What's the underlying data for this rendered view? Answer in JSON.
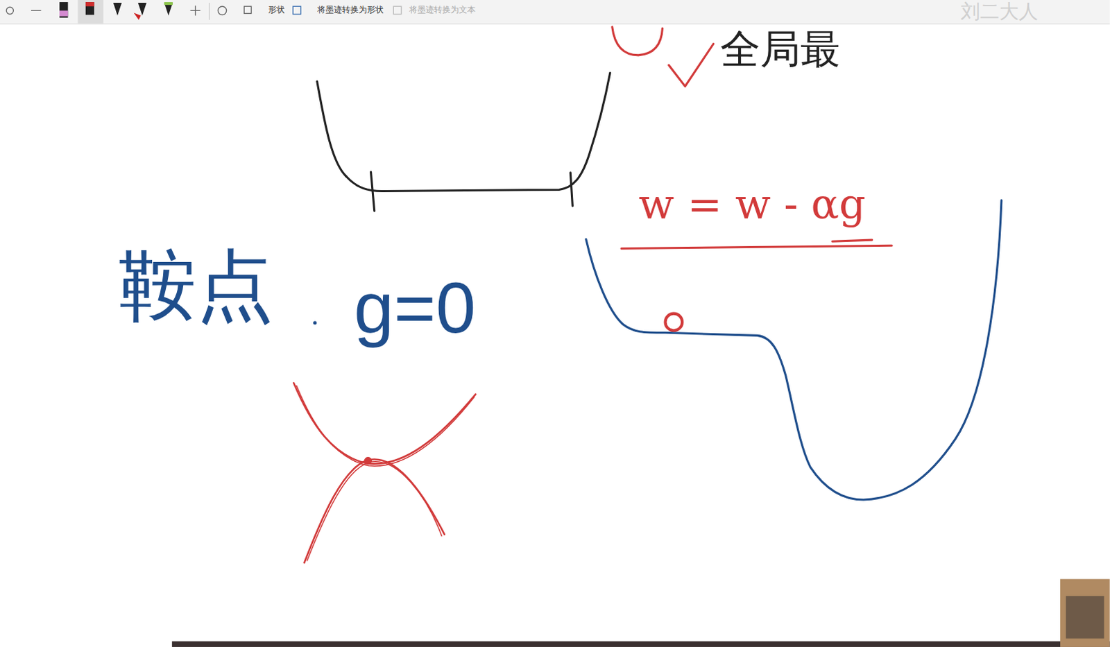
{
  "diagram": {
    "labels": [
      "形状",
      "将墨迹转换为形状",
      "将墨迹转换为文本",
      "刘二大人",
      "全局最",
      "w = w - αg",
      "鞍点",
      "g=0"
    ]
  }
}
